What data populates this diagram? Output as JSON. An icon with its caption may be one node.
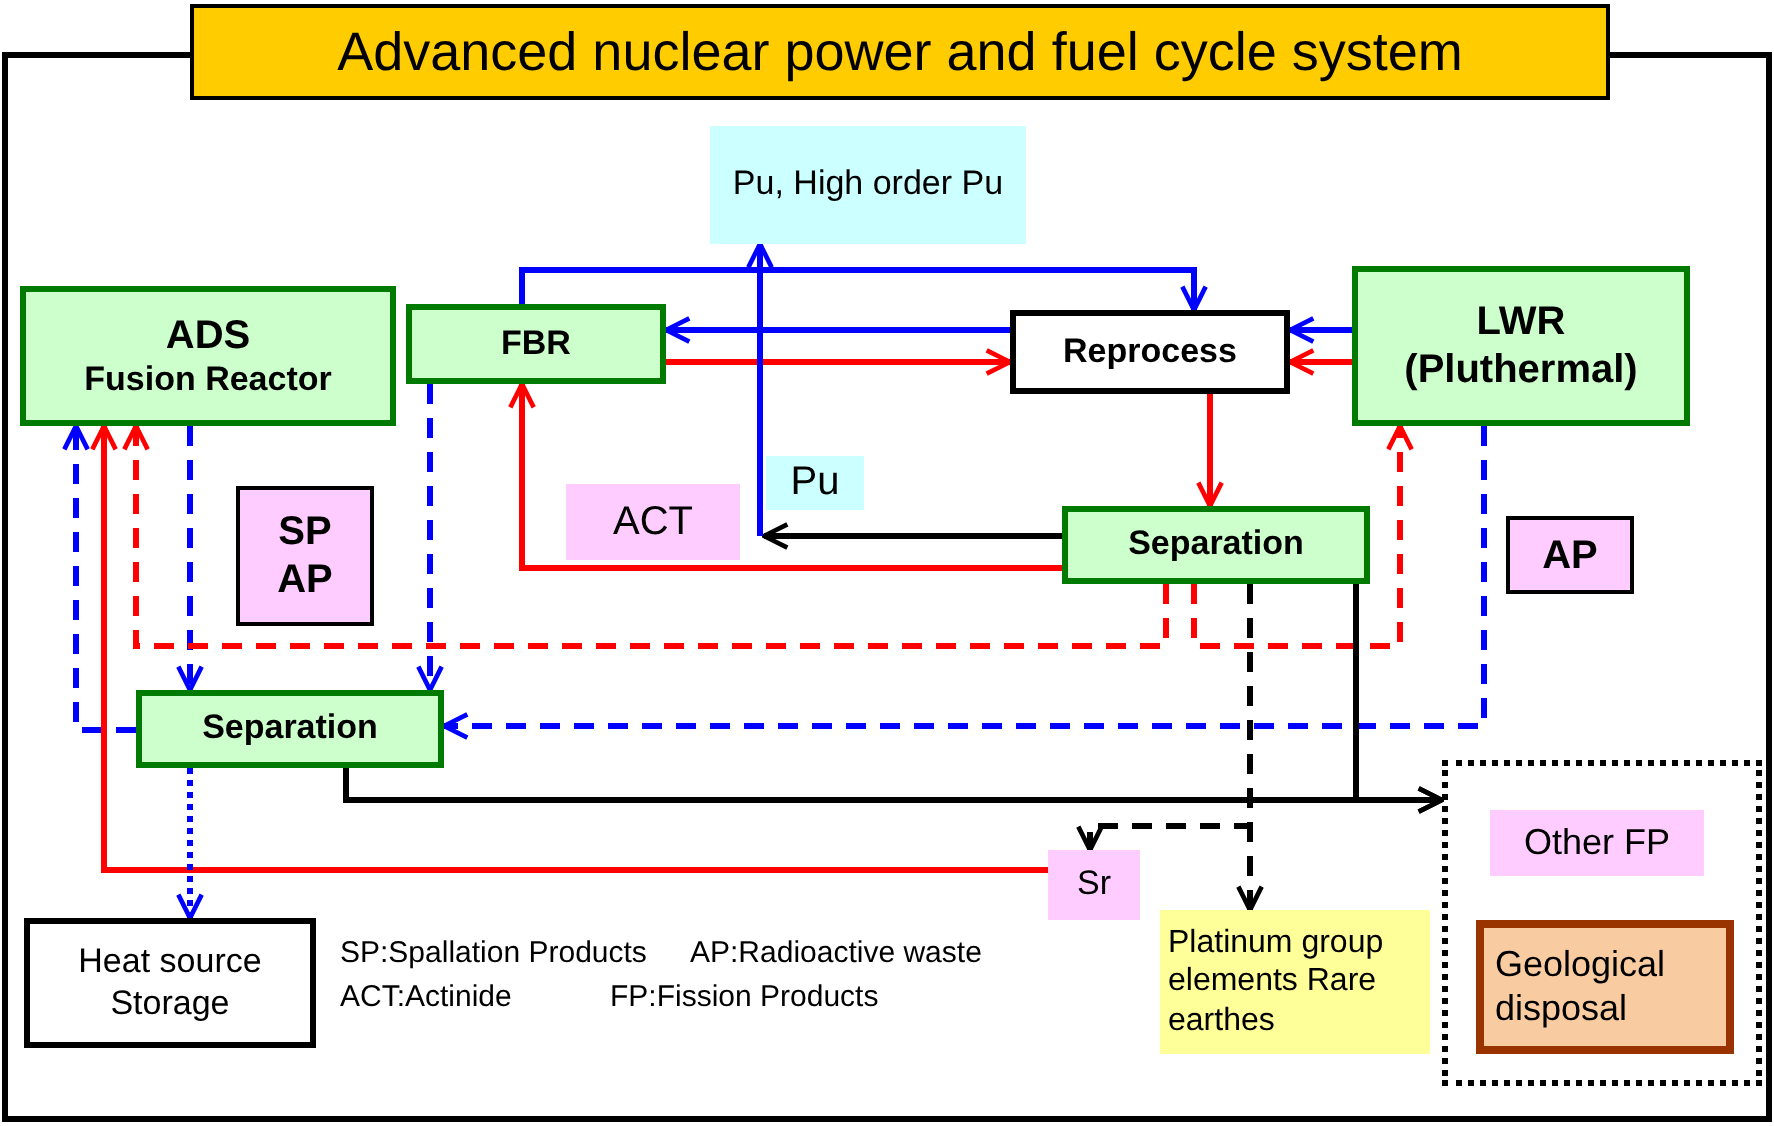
{
  "diagram": {
    "title": "Advanced nuclear power and fuel cycle system",
    "nodes": [
      {
        "text": [
          "ADS",
          "Fusion Reactor"
        ]
      },
      {
        "text": [
          "FBR"
        ]
      },
      {
        "text": [
          "Reprocess"
        ]
      },
      {
        "text": [
          "LWR (Pluthermal)"
        ]
      },
      {
        "text": [
          "Pu, High order Pu"
        ]
      },
      {
        "text": [
          "Separation"
        ]
      },
      {
        "text": [
          "SP AP"
        ]
      },
      {
        "text": [
          "AP"
        ]
      },
      {
        "text": [
          "Separation"
        ]
      },
      {
        "text": [
          "Heat source Storage"
        ]
      },
      {
        "text": [
          "Sr"
        ]
      },
      {
        "text": [
          "Platinum group elements Rare earthes"
        ]
      },
      {
        "text": [],
        "shape": "box"
      },
      {
        "text": [
          "Other FP"
        ],
        "in": 12
      },
      {
        "text": [
          "Geological disposal"
        ],
        "in": 12
      }
    ],
    "edges": [
      {
        "from": 1,
        "to": 2,
        "arrow": "to"
      },
      {
        "from": 2,
        "to": 1,
        "arrow": "to"
      },
      {
        "from": 1,
        "to": 2,
        "arrow": "to",
        "color": "#ff0000"
      },
      {
        "from": 3,
        "to": 2,
        "arrow": "to"
      },
      {
        "from": 3,
        "to": 2,
        "arrow": "to",
        "color": "#ff0000"
      },
      {
        "from": 2,
        "to": 5,
        "arrow": "to",
        "color": "#ff0000"
      },
      {
        "from": 5,
        "to": 1,
        "arrow": "to",
        "label": "ACT",
        "color": "#ff0000"
      },
      {
        "from": 5,
        "to": null,
        "arrow": "to",
        "label": "Pu",
        "color": "#000000"
      },
      {
        "from": null,
        "to": 4,
        "arrow": "to"
      },
      {
        "from": 0,
        "to": 8,
        "arrow": "to",
        "style": "dashed"
      },
      {
        "from": 1,
        "to": 8,
        "arrow": "to",
        "style": "dashed"
      },
      {
        "from": 8,
        "to": 0,
        "arrow": "to",
        "style": "dashed"
      },
      {
        "from": 3,
        "to": 8,
        "arrow": "to",
        "style": "dashed"
      },
      {
        "from": 5,
        "to": 0,
        "arrow": "to",
        "style": "dashed",
        "color": "#ff0000"
      },
      {
        "from": 5,
        "to": 3,
        "arrow": "to",
        "style": "dashed",
        "color": "#ff0000"
      },
      {
        "from": 10,
        "to": 0,
        "arrow": "to",
        "color": "#ff0000"
      },
      {
        "from": 8,
        "to": 9,
        "arrow": "to",
        "style": "dashed"
      },
      {
        "from": 8,
        "to": 12,
        "arrow": "to",
        "color": "#000000"
      },
      {
        "from": 5,
        "to": 12,
        "arrow": "to",
        "color": "#000000"
      },
      {
        "from": 5,
        "to": 10,
        "arrow": "to",
        "style": "dashed",
        "color": "#000000"
      },
      {
        "from": 5,
        "to": 11,
        "arrow": "to",
        "style": "dashed",
        "color": "#000000"
      }
    ],
    "labels": [
      "SP:Spallation Products",
      "AP:Radioactive waste",
      "ACT:Actinide",
      "FP:Fission Products"
    ]
  }
}
